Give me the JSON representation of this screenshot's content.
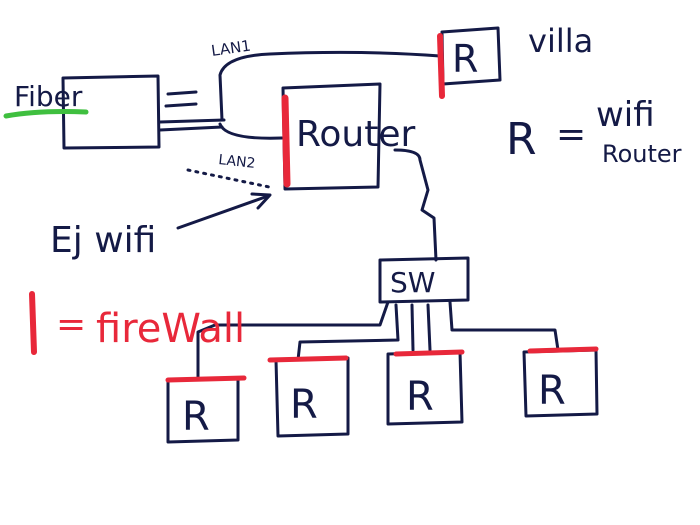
{
  "nodes": {
    "fiber": "Fiber",
    "router": "Router",
    "villa_router": "R",
    "switch": "SW",
    "access_points": [
      "R",
      "R",
      "R",
      "R"
    ]
  },
  "links": {
    "lan1": "LAN1",
    "lan2": "LAN2"
  },
  "notes": {
    "villa": "villa",
    "ej_wifi": "Ej wifi",
    "legend_r_symbol": "R",
    "legend_r_equals": "=",
    "legend_r_line1": "wifi",
    "legend_r_line2": "Router",
    "legend_fw_equals": "=",
    "legend_fw_text": "fireWall"
  },
  "colors": {
    "ink": "#141a46",
    "firewall": "#e8283a",
    "highlight": "#3fbf3f"
  },
  "icons": {
    "firewall_mark": "red-vertical-bar",
    "fiber_highlight": "green-underline",
    "pointer": "arrow"
  }
}
